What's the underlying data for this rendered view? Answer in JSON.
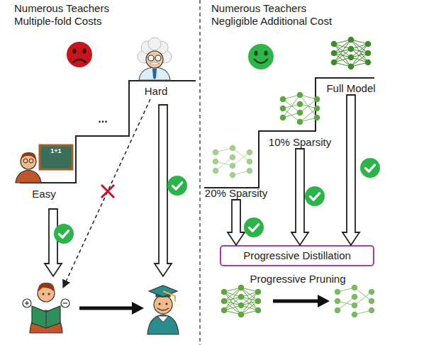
{
  "diagram": {
    "nodes": [
      {
        "text": [
          "20% Sparsity"
        ]
      },
      {
        "text": [
          "10% Sparsity"
        ]
      },
      {
        "text": [
          "Full Model"
        ]
      },
      {
        "text": [
          "Progressive Distillation"
        ]
      }
    ],
    "edges": [
      {
        "from": 0,
        "to": 3,
        "arrow": "to"
      },
      {
        "from": 1,
        "to": 3,
        "arrow": "to"
      },
      {
        "from": 2,
        "to": 3,
        "arrow": "to"
      }
    ],
    "labels": [
      "Numerous Teachers Multiple-fold Costs",
      "Numerous Teachers Negligible Additional Cost",
      "Easy",
      "Hard",
      "...",
      "1+1",
      "Progressive Pruning"
    ]
  }
}
